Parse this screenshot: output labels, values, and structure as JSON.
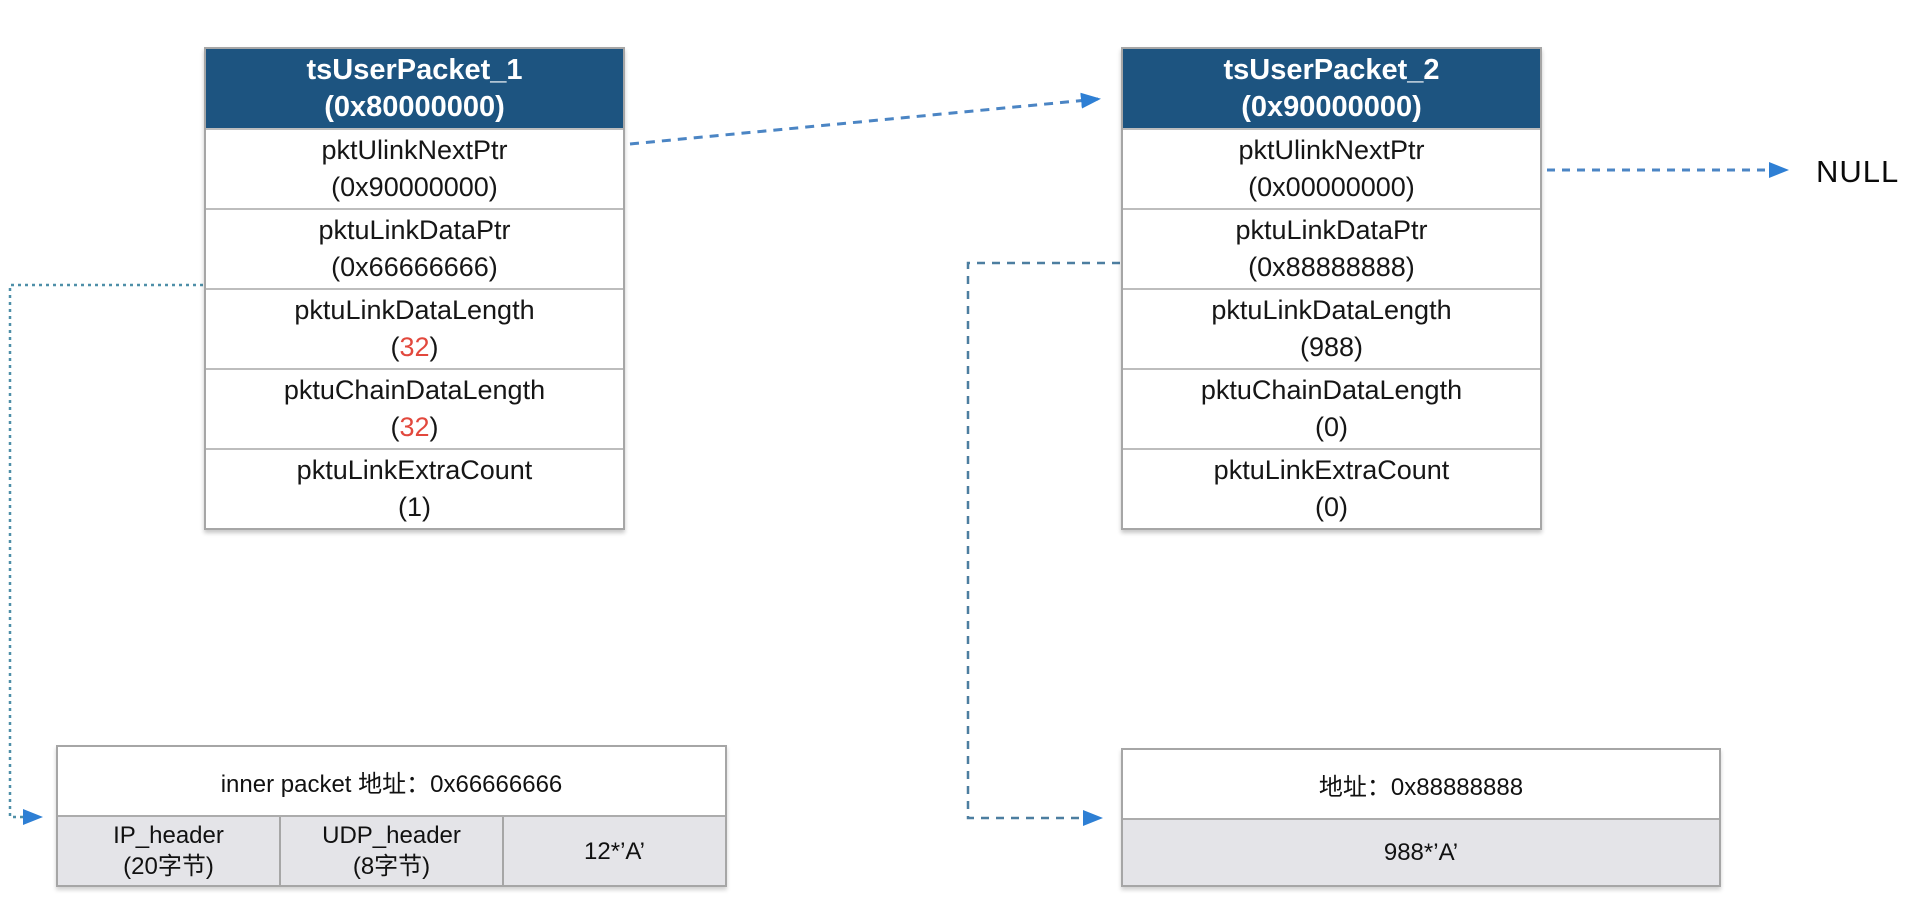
{
  "packet1": {
    "title": "tsUserPacket_1",
    "address": "(0x80000000)",
    "rows": [
      {
        "label": "pktUlinkNextPtr",
        "value": "(0x90000000)"
      },
      {
        "label": "pktuLinkDataPtr",
        "value": "(0x66666666)"
      },
      {
        "label": "pktuLinkDataLength",
        "open": "(",
        "num": "32",
        "close": ")"
      },
      {
        "label": "pktuChainDataLength",
        "open": "(",
        "num": "32",
        "close": ")"
      },
      {
        "label": "pktuLinkExtraCount",
        "value": "(1)"
      }
    ]
  },
  "packet2": {
    "title": "tsUserPacket_2",
    "address": "(0x90000000)",
    "rows": [
      {
        "label": "pktUlinkNextPtr",
        "value": "(0x00000000)"
      },
      {
        "label": "pktuLinkDataPtr",
        "value": "(0x88888888)"
      },
      {
        "label": "pktuLinkDataLength",
        "value": "(988)"
      },
      {
        "label": "pktuChainDataLength",
        "value": "(0)"
      },
      {
        "label": "pktuLinkExtraCount",
        "value": "(0)"
      }
    ]
  },
  "null_label": "NULL",
  "buffer1": {
    "header": "inner packet 地址：0x66666666",
    "cells": [
      {
        "line1": "IP_header",
        "line2": "(20字节)"
      },
      {
        "line1": "UDP_header",
        "line2": "(8字节)"
      },
      {
        "line1": "12*’A’"
      }
    ]
  },
  "buffer2": {
    "header": "地址：0x88888888",
    "body": "988*’A’"
  },
  "colors": {
    "header_bg": "#1d5480",
    "header_text": "#ffffff",
    "highlight_red": "#e2483d",
    "arrowhead_blue": "#2e7fd4",
    "dashed_arrow_blue": "#4b85c4",
    "elbow_line_teal": "#4e8fa8",
    "cell_gray": "#e4e4e8",
    "border_gray": "#a6a6a6"
  }
}
